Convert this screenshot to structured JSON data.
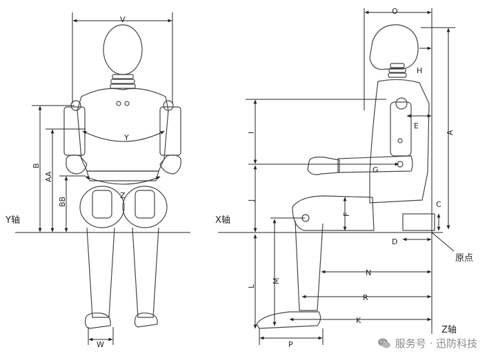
{
  "diagram": {
    "front_dims": {
      "v": "V",
      "y": "Y",
      "z": "Z",
      "b": "B",
      "aa": "AA",
      "bb": "BB",
      "w": "W"
    },
    "side_dims": {
      "o": "O",
      "h": "H",
      "a": "A",
      "e": "E",
      "i": "I",
      "g": "G",
      "j": "J",
      "f": "F",
      "c": "C",
      "d": "D",
      "n": "N",
      "m": "M",
      "l": "L",
      "r": "R",
      "k": "K",
      "p": "P"
    },
    "axes": {
      "y_axis": "Y轴",
      "x_axis": "X轴",
      "z_axis": "Z轴",
      "origin": "原点"
    },
    "watermark": {
      "text": "服务号 · 迅防科技"
    }
  }
}
